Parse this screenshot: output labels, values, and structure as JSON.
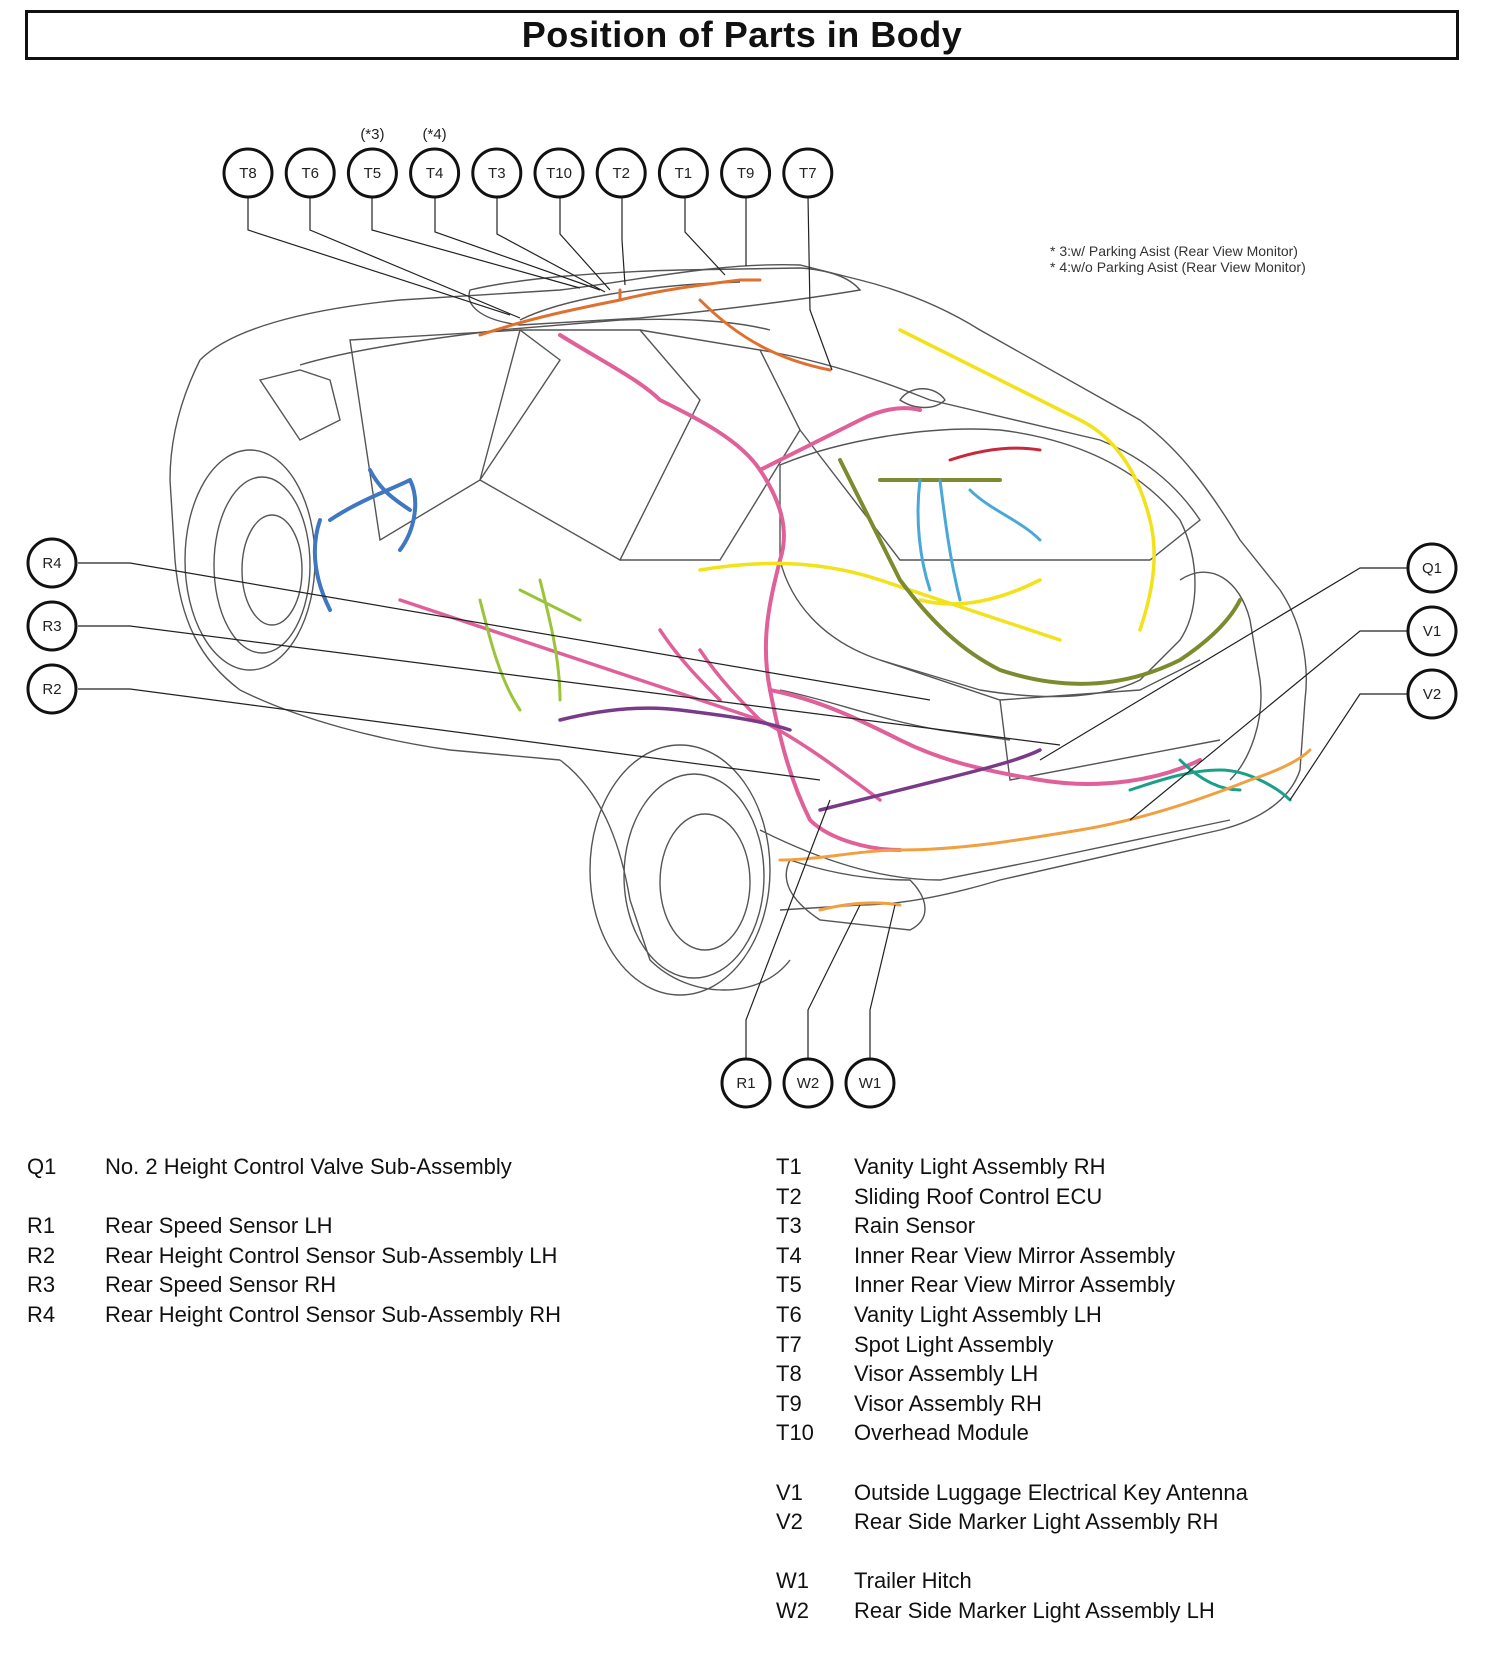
{
  "title": "Position of Parts in Body",
  "notes": [
    "* 3:w/ Parking Asist (Rear View Monitor)",
    "* 4:w/o Parking Asist (Rear View Monitor)"
  ],
  "top_callouts": [
    {
      "code": "T8",
      "note": ""
    },
    {
      "code": "T6",
      "note": ""
    },
    {
      "code": "T5",
      "note": "(*3)"
    },
    {
      "code": "T4",
      "note": "(*4)"
    },
    {
      "code": "T3",
      "note": ""
    },
    {
      "code": "T10",
      "note": ""
    },
    {
      "code": "T2",
      "note": ""
    },
    {
      "code": "T1",
      "note": ""
    },
    {
      "code": "T9",
      "note": ""
    },
    {
      "code": "T7",
      "note": ""
    }
  ],
  "left_callouts": [
    "R4",
    "R3",
    "R2"
  ],
  "right_callouts": [
    "Q1",
    "V1",
    "V2"
  ],
  "bottom_callouts": [
    "R1",
    "W2",
    "W1"
  ],
  "legend_left": [
    {
      "code": "Q1",
      "name": "No. 2 Height Control Valve Sub-Assembly"
    },
    {
      "gap": true
    },
    {
      "code": "R1",
      "name": "Rear Speed Sensor LH"
    },
    {
      "code": "R2",
      "name": "Rear Height Control Sensor Sub-Assembly LH"
    },
    {
      "code": "R3",
      "name": "Rear Speed Sensor RH"
    },
    {
      "code": "R4",
      "name": "Rear Height Control Sensor Sub-Assembly RH"
    }
  ],
  "legend_right": [
    {
      "code": "T1",
      "name": "Vanity Light Assembly RH"
    },
    {
      "code": "T2",
      "name": "Sliding Roof Control ECU"
    },
    {
      "code": "T3",
      "name": "Rain Sensor"
    },
    {
      "code": "T4",
      "name": "Inner Rear View Mirror Assembly"
    },
    {
      "code": "T5",
      "name": "Inner Rear View Mirror Assembly"
    },
    {
      "code": "T6",
      "name": "Vanity Light Assembly LH"
    },
    {
      "code": "T7",
      "name": "Spot Light Assembly"
    },
    {
      "code": "T8",
      "name": "Visor Assembly LH"
    },
    {
      "code": "T9",
      "name": "Visor Assembly RH"
    },
    {
      "code": "T10",
      "name": "Overhead Module"
    },
    {
      "gap": true
    },
    {
      "code": "V1",
      "name": "Outside Luggage Electrical Key Antenna"
    },
    {
      "code": "V2",
      "name": "Rear Side Marker Light Assembly RH"
    },
    {
      "gap": true
    },
    {
      "code": "W1",
      "name": "Trailer Hitch"
    },
    {
      "code": "W2",
      "name": "Rear Side Marker Light Assembly LH"
    }
  ],
  "harness_colors": {
    "pink": "#e0609a",
    "yellow": "#f2e21a",
    "olive": "#7d8a2e",
    "blue": "#3f78c0",
    "light_blue": "#49a8d8",
    "orange": "#e07030",
    "purple": "#7a3a8a",
    "teal": "#1aa08a",
    "light_orange": "#f0a040",
    "lime": "#9bc43a",
    "red": "#c8283a"
  }
}
